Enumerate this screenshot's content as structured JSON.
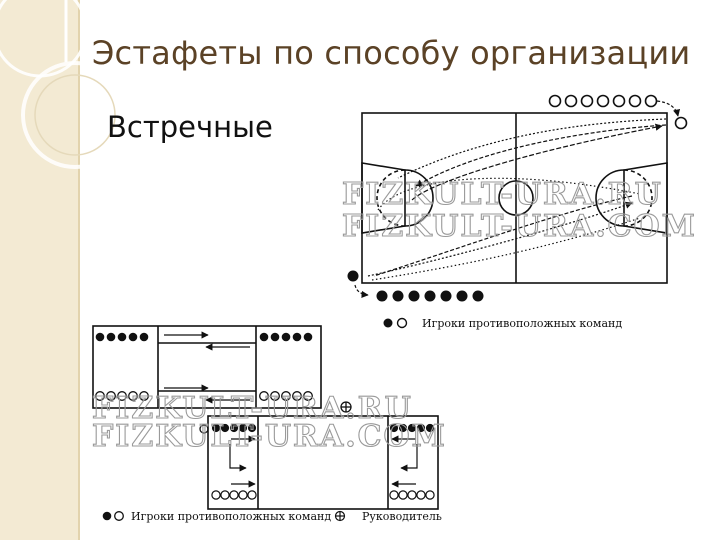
{
  "slide": {
    "title": "Эстафеты по способу организации",
    "subtitle": "Встречные"
  },
  "diagram_court": {
    "legend": "Игроки противоположных команд",
    "watermark_line1": "FIZKULT-URA.RU",
    "watermark_line2": "FIZKULT-URA.COM"
  },
  "diagram_rooms": {
    "legend_players": "Игроки противоположных команд",
    "legend_leader": "Руководитель",
    "watermark_line1": "FIZKULT-URA.RU",
    "watermark_line2": "FIZKULT-URA.COM"
  },
  "colors": {
    "title": "#5b4226",
    "background_strip": "#f3ead3",
    "diagram_ink": "#111111"
  }
}
